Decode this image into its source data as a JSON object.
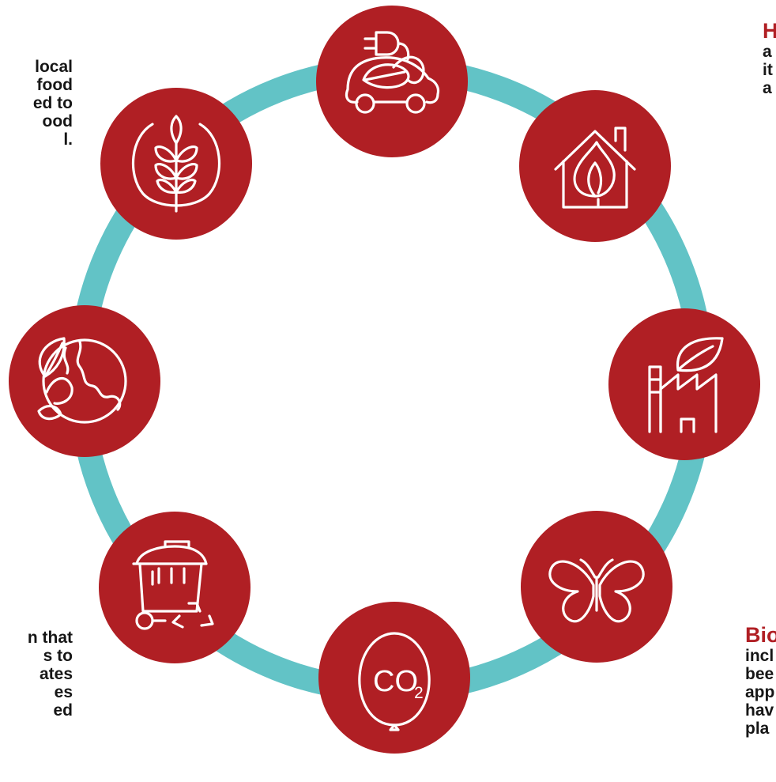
{
  "colors": {
    "ring": "#62c3c6",
    "circle": "#b01f24",
    "icon_stroke": "#ffffff",
    "text": "#161616",
    "heading": "#b01f24"
  },
  "nodes": [
    {
      "icon": "electric-car-icon"
    },
    {
      "icon": "eco-home-icon"
    },
    {
      "icon": "green-factory-icon"
    },
    {
      "icon": "butterfly-icon"
    },
    {
      "icon": "co2-balloon-icon",
      "label": "CO",
      "subscript": "2"
    },
    {
      "icon": "recycling-bin-icon"
    },
    {
      "icon": "green-earth-icon"
    },
    {
      "icon": "wheat-icon"
    }
  ],
  "text_fragments": {
    "top_left": [
      "local",
      "food",
      "ed to",
      "ood",
      "l."
    ],
    "top_right": {
      "heading": "H",
      "lines": [
        "a",
        "it",
        "a"
      ]
    },
    "bottom_left": [
      "n that",
      "s to",
      "ates",
      "es",
      "ed"
    ],
    "bottom_right": {
      "heading": "Bio",
      "lines": [
        "incl",
        "bee",
        "app",
        "hav",
        "pla"
      ]
    }
  }
}
